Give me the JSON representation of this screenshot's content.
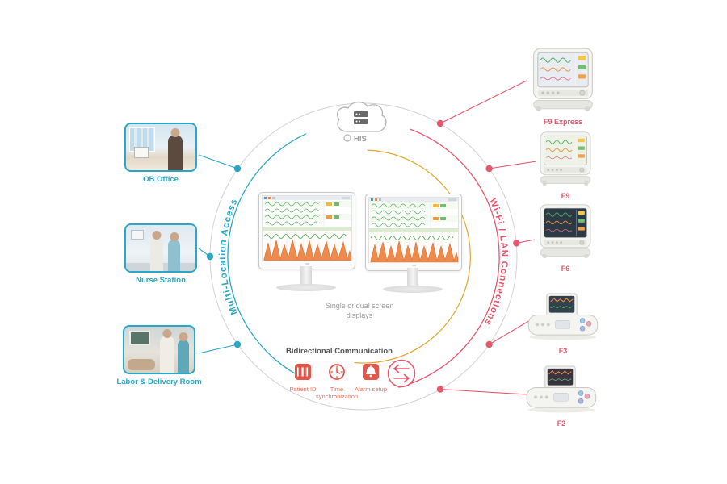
{
  "hub": {
    "his_label": "HIS",
    "icon": "cloud-server-icon"
  },
  "arcs": {
    "left_label": "Multi-Location Access",
    "right_label": "Wi-Fi / LAN Connections"
  },
  "center": {
    "caption": "Single or dual screen displays"
  },
  "locations": [
    {
      "label": "OB Office"
    },
    {
      "label": "Nurse Station"
    },
    {
      "label": "Labor & Delivery Room"
    }
  ],
  "devices": [
    {
      "label": "F9 Express"
    },
    {
      "label": "F9"
    },
    {
      "label": "F6"
    },
    {
      "label": "F3"
    },
    {
      "label": "F2"
    }
  ],
  "communication": {
    "title": "Bidirectional Communication",
    "items": [
      {
        "label": "Patient ID",
        "icon": "barcode-icon"
      },
      {
        "label": "Time synchronization",
        "icon": "clock-icon"
      },
      {
        "label": "Alarm setup",
        "icon": "bell-icon"
      }
    ],
    "sync_icon": "bidirectional-arrows-icon"
  },
  "colors": {
    "teal": "#29a7c7",
    "red": "#e8566c",
    "yellow": "#dfa92c",
    "orange_label": "#e8705a",
    "icon_red": "#e2574c",
    "gray_ring": "#d2d2d2"
  }
}
